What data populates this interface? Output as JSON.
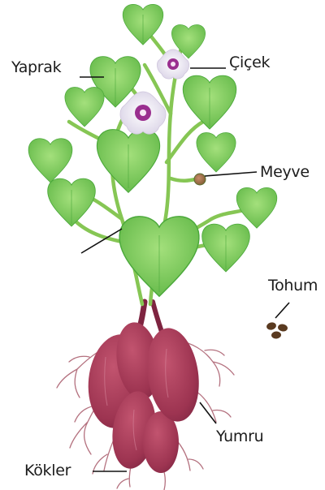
{
  "labels": {
    "leaf": "Yaprak",
    "flower": "Çiçek",
    "fruit": "Meyve",
    "seed": "Tohum",
    "tuber": "Yumru",
    "roots": "Kökler"
  },
  "colors": {
    "leaf_fill": "#7ccf5c",
    "leaf_dark": "#4aa83a",
    "stem": "#86c654",
    "tuber_fill": "#a23a55",
    "tuber_dark": "#7e2440",
    "root": "#b07080",
    "flower_petal": "#f1eef5",
    "flower_center": "#9a2f8f",
    "seed": "#5a3a20",
    "leader_line": "#111111"
  }
}
